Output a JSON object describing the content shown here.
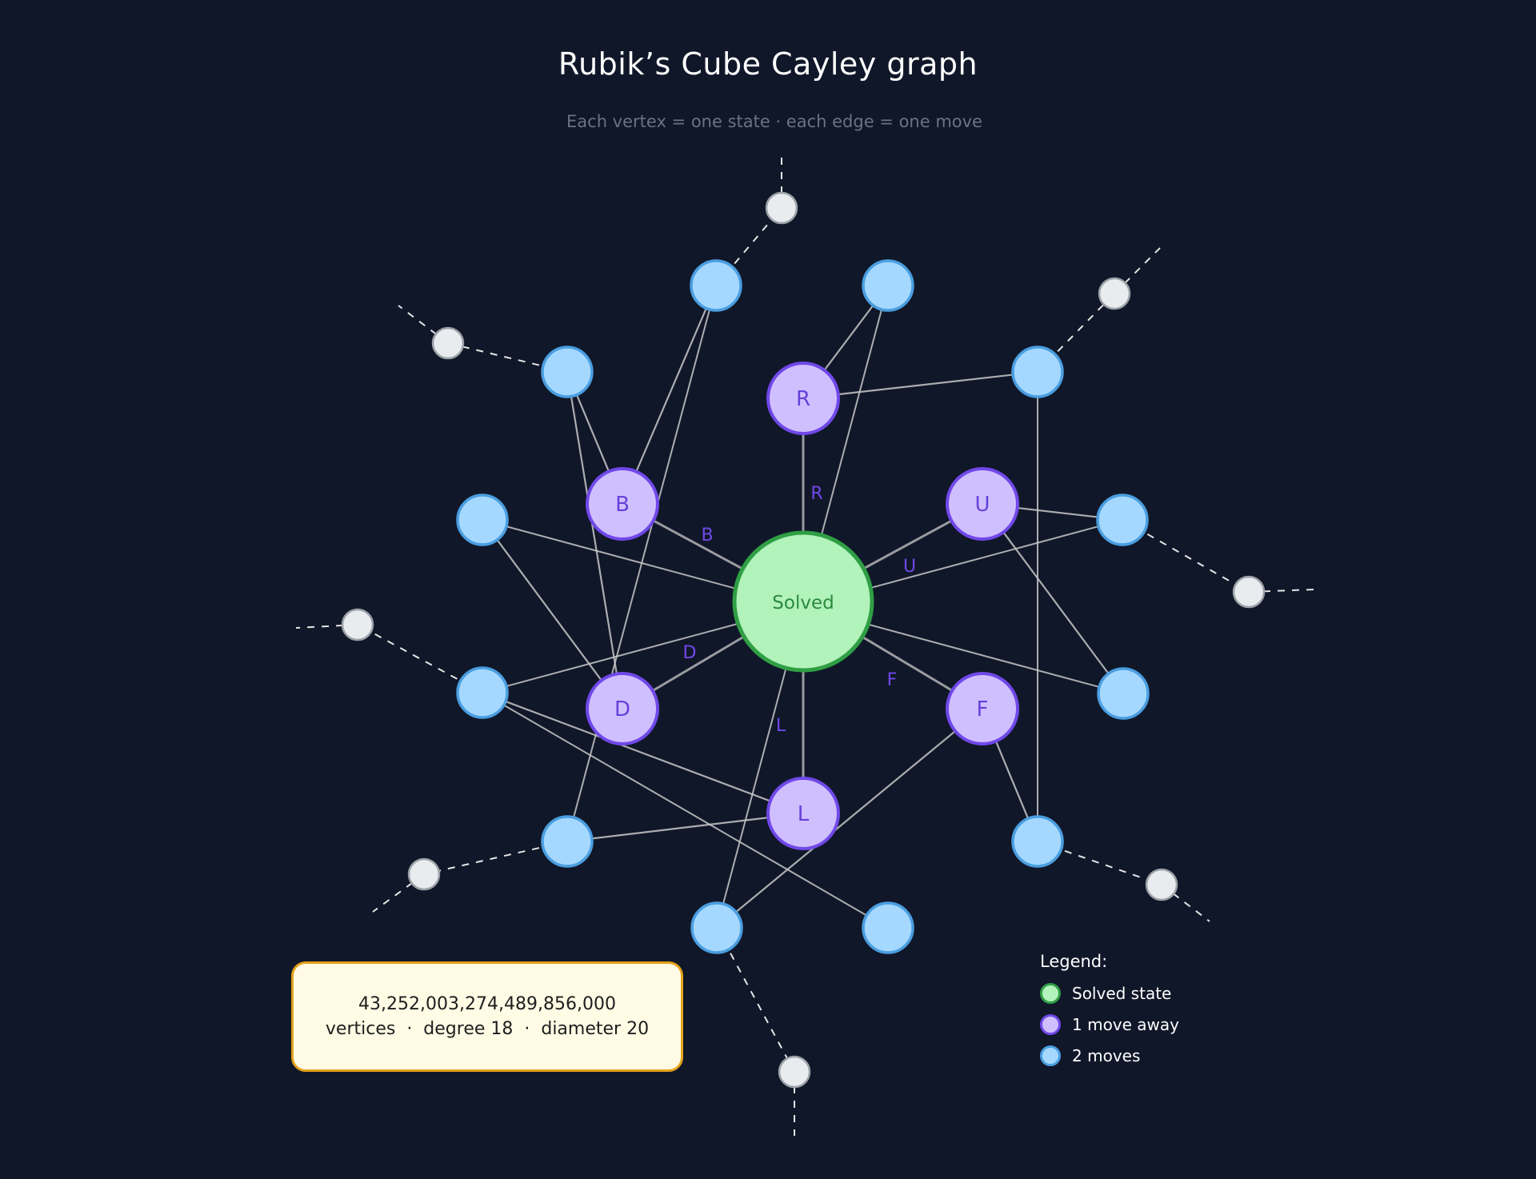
{
  "header": {
    "title": "Rubik’s Cube Cayley graph",
    "subtitle": "Each vertex = one state · each edge = one move"
  },
  "center": {
    "label": "Solved"
  },
  "moves": [
    {
      "id": "R",
      "vertex_label": "R",
      "edge_label": "R"
    },
    {
      "id": "U",
      "vertex_label": "U",
      "edge_label": "U"
    },
    {
      "id": "F",
      "vertex_label": "F",
      "edge_label": "F"
    },
    {
      "id": "L",
      "vertex_label": "L",
      "edge_label": "L"
    },
    {
      "id": "D",
      "vertex_label": "D",
      "edge_label": "D"
    },
    {
      "id": "B",
      "vertex_label": "B",
      "edge_label": "B"
    }
  ],
  "stats": {
    "line1": "43,252,003,274,489,856,000",
    "line2": "vertices  ·  degree 18  ·  diameter 20"
  },
  "legend": {
    "title": "Legend:",
    "items": [
      {
        "label": "Solved state",
        "fill": "#b2f2bb",
        "stroke": "#2f9e44"
      },
      {
        "label": "1 move away",
        "fill": "#d0bfff",
        "stroke": "#7048e8"
      },
      {
        "label": "2 moves",
        "fill": "#a5d8ff",
        "stroke": "#4a9ee0"
      }
    ]
  },
  "colors": {
    "background": "#101729",
    "solved_fill": "#b2f2bb",
    "solved_stroke": "#2f9e44",
    "one_move_fill": "#d0bfff",
    "one_move_stroke": "#7048e8",
    "two_move_fill": "#a5d8ff",
    "two_move_stroke": "#4a9ee0",
    "distant_fill": "#e9ecef",
    "edge": "#c8c8c8",
    "edge_label": "#7048e8"
  }
}
